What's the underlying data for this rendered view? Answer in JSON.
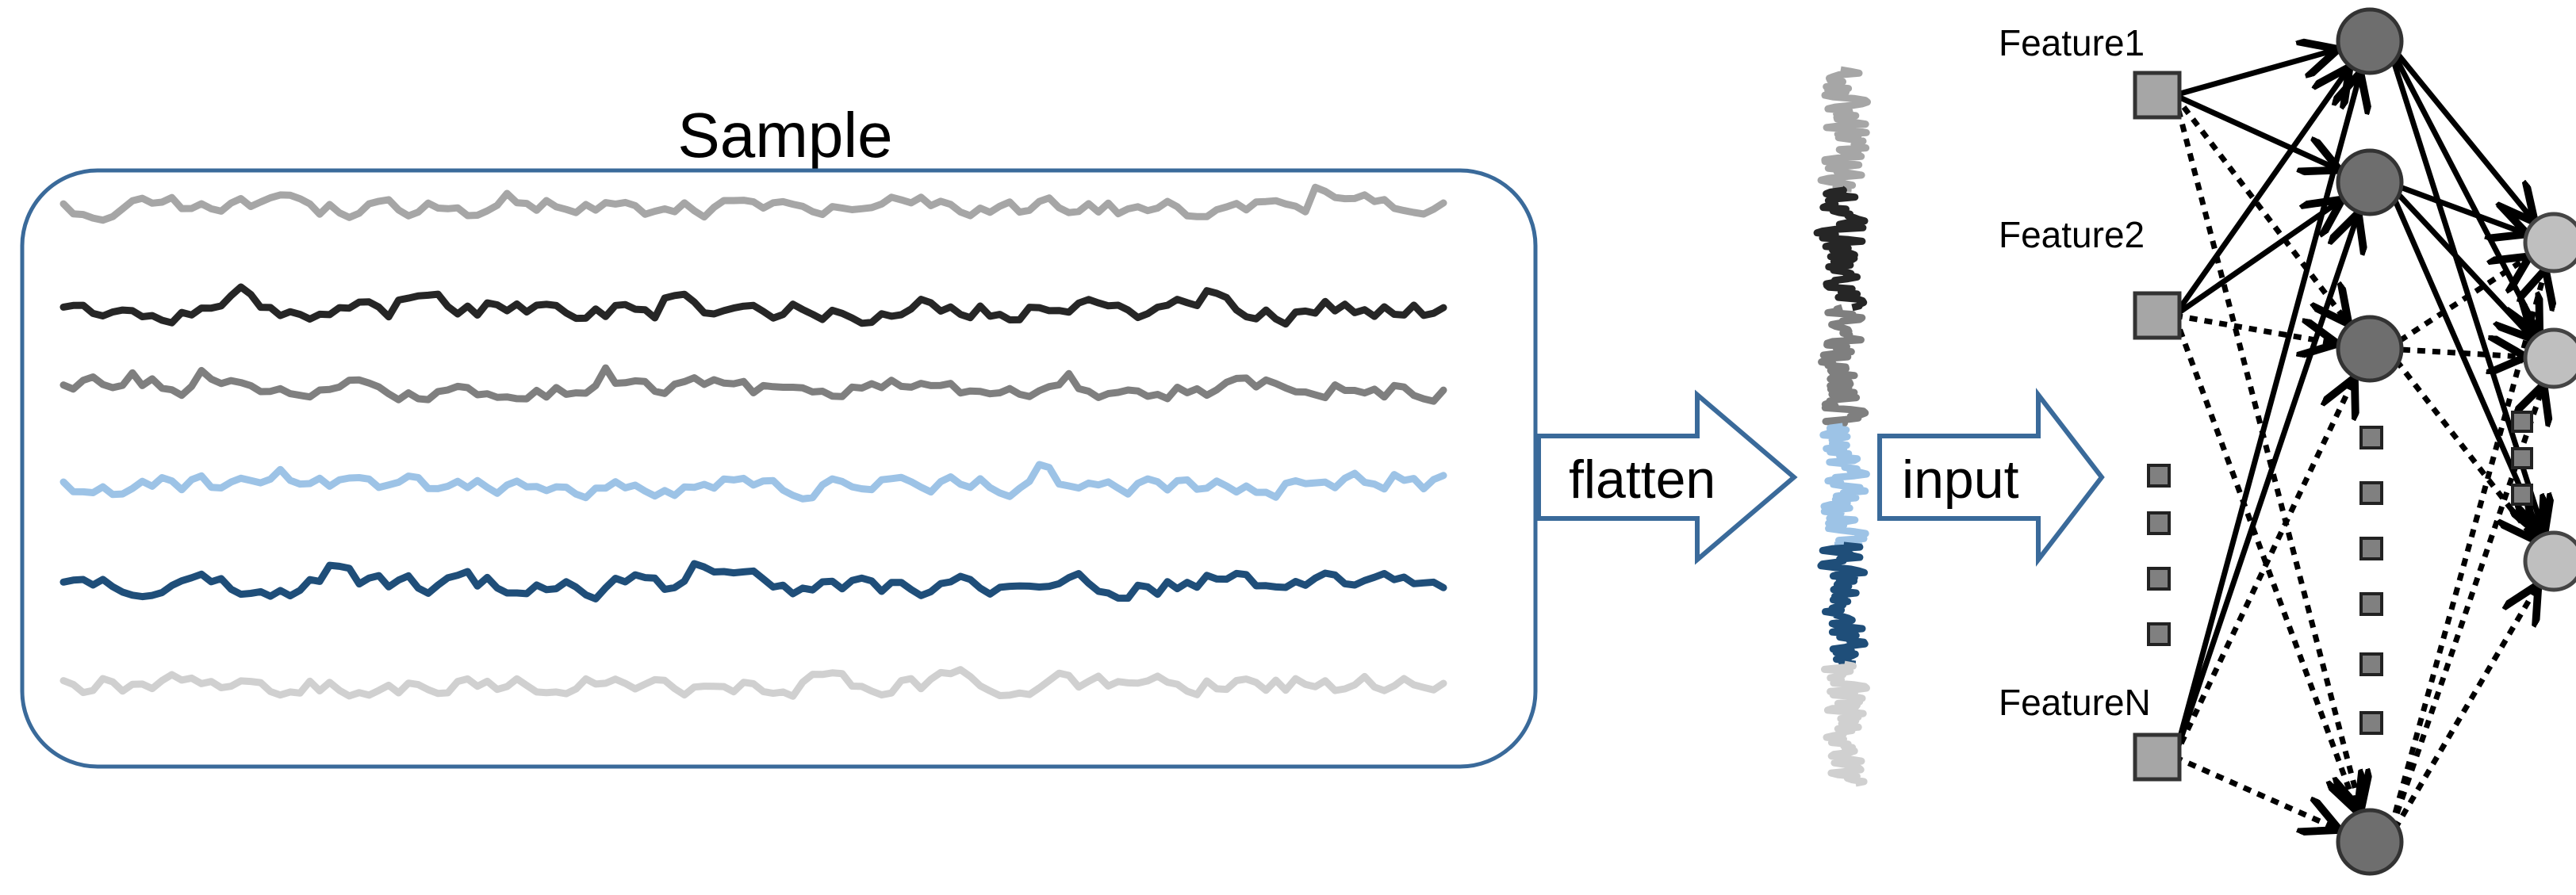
{
  "sample": {
    "title": "Sample",
    "series_colors": [
      "#a6a6a6",
      "#262626",
      "#7f7f7f",
      "#9dc3e6",
      "#1f4e79",
      "#d0d0d0"
    ]
  },
  "arrows": {
    "flatten_label": "flatten",
    "input_label": "input"
  },
  "network": {
    "features": [
      "Feature1",
      "Feature2",
      "FeatureN"
    ],
    "input_color": "#a6a6a6",
    "hidden_color": "#6e6e6e",
    "output_color": "#bfbfbf"
  },
  "colors": {
    "frame": "#3a6a9a"
  }
}
